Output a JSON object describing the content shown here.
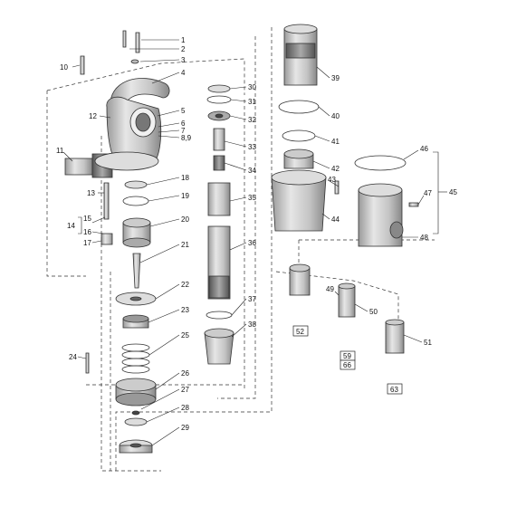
{
  "diagram": {
    "type": "exploded-parts-view",
    "part_labels": [
      "1",
      "2",
      "3",
      "4",
      "5",
      "6",
      "7",
      "8,9",
      "10",
      "11",
      "12",
      "13",
      "14",
      "15",
      "16",
      "17",
      "18",
      "19",
      "20",
      "21",
      "22",
      "23",
      "24",
      "25",
      "26",
      "27",
      "28",
      "29",
      "30",
      "31",
      "32",
      "33",
      "34",
      "35",
      "36",
      "37",
      "38",
      "39",
      "40",
      "41",
      "42",
      "43",
      "44",
      "45",
      "46",
      "47",
      "48",
      "49",
      "50",
      "51"
    ],
    "boxed_labels": [
      "52",
      "59",
      "66",
      "63"
    ],
    "colors": {
      "line": "#222222",
      "part_fill": "#d9d9d9",
      "part_dark": "#8a8a8a",
      "text": "#111111"
    }
  }
}
